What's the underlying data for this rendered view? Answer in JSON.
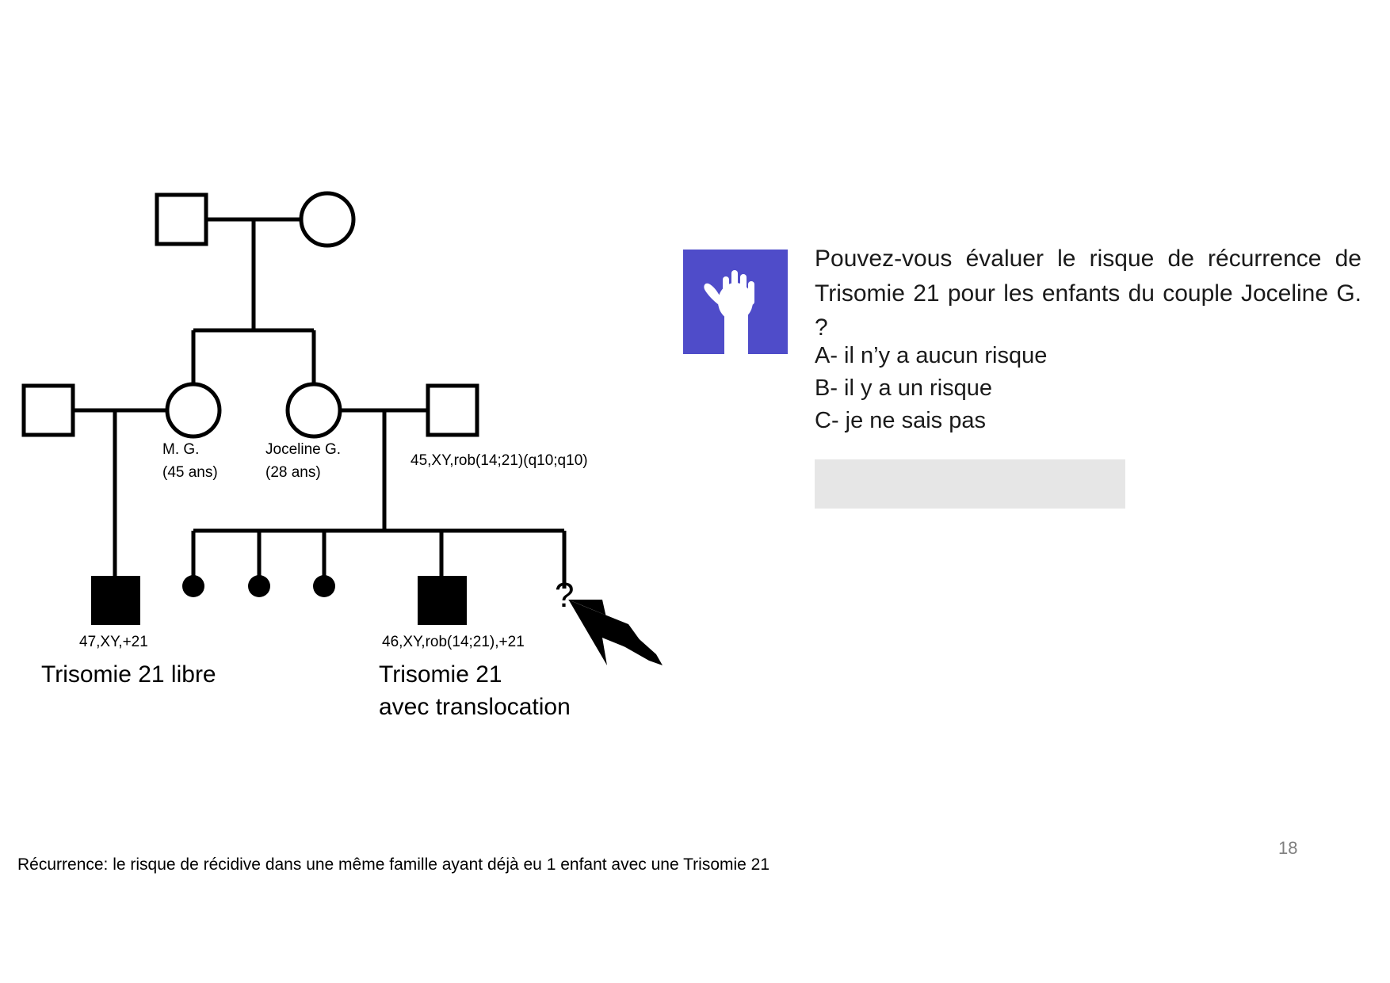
{
  "slide": {
    "page_number": "18",
    "footnote": "Récurrence: le risque de récidive dans une même famille ayant déjà eu 1 enfant avec une Trisomie 21"
  },
  "pedigree": {
    "labels": {
      "mother_mg_name": "M. G.",
      "mother_mg_age": "(45 ans)",
      "joceline_name": "Joceline G.",
      "joceline_age": "(28 ans)",
      "father_karyotype": "45,XY,rob(14;21)(q10;q10)",
      "child_left_karyotype": "47,XY,+21",
      "child_right_karyotype": "46,XY,rob(14;21),+21",
      "legend_left": "Trisomie 21 libre",
      "legend_right_line1": "Trisomie 21",
      "legend_right_line2": "avec translocation",
      "unknown_marker": "?"
    },
    "individuals": [
      {
        "id": "gen1-male",
        "shape": "square",
        "filled": false,
        "generation": 1
      },
      {
        "id": "gen1-female",
        "shape": "circle",
        "filled": false,
        "generation": 1
      },
      {
        "id": "gen2-male-left",
        "shape": "square",
        "filled": false,
        "generation": 2
      },
      {
        "id": "gen2-female-mg",
        "shape": "circle",
        "filled": false,
        "generation": 2
      },
      {
        "id": "gen2-female-joceline",
        "shape": "circle",
        "filled": false,
        "generation": 2
      },
      {
        "id": "gen2-male-right",
        "shape": "square",
        "filled": false,
        "generation": 2
      },
      {
        "id": "gen3-affected-left",
        "shape": "square",
        "filled": true,
        "generation": 3
      },
      {
        "id": "gen3-loss-1",
        "shape": "dot",
        "filled": true,
        "generation": 3
      },
      {
        "id": "gen3-loss-2",
        "shape": "dot",
        "filled": true,
        "generation": 3
      },
      {
        "id": "gen3-loss-3",
        "shape": "dot",
        "filled": true,
        "generation": 3
      },
      {
        "id": "gen3-affected-right",
        "shape": "square",
        "filled": true,
        "generation": 3
      },
      {
        "id": "gen3-unknown",
        "shape": "question",
        "filled": false,
        "generation": 3
      }
    ]
  },
  "question_panel": {
    "icon": "raised-hand-icon",
    "icon_color": "#4f4cc9",
    "question": "Pouvez-vous évaluer le risque de récurrence de Trisomie 21 pour les enfants du couple Joceline G. ?",
    "answers": [
      "A- il n’y a aucun risque",
      "B- il y a un risque",
      "C- je ne sais pas"
    ],
    "answer_box_color": "#e6e6e6"
  }
}
